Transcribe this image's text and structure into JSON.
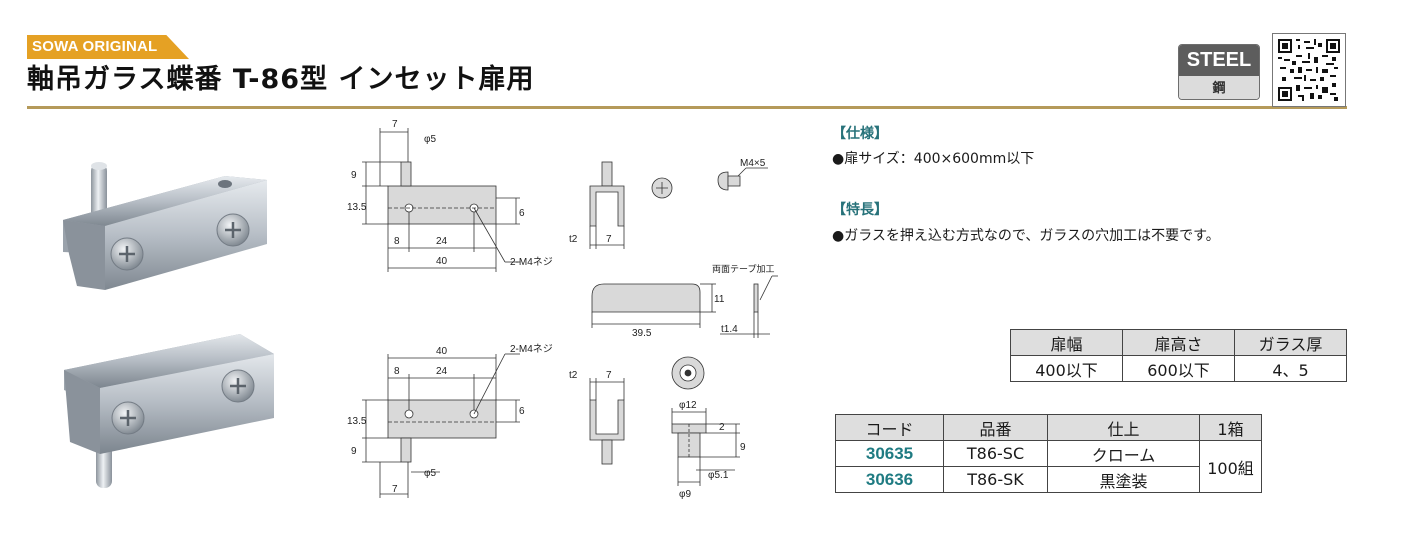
{
  "header": {
    "brand": "SOWA ORIGINAL",
    "title": "軸吊ガラス蝶番 T-86型 インセット扉用",
    "material_en": "STEEL",
    "material_ja": "鋼"
  },
  "drawing_labels": {
    "top_w7": "7",
    "top_phi5": "φ5",
    "top_h9": "9",
    "top_h135": "13.5",
    "top_6": "6",
    "top_8": "8",
    "top_24": "24",
    "top_40": "40",
    "top_screw": "2-M4ネジ",
    "side_t2": "t2",
    "side_7": "7",
    "screw_label": "M4×5",
    "tape_label": "両面テープ加工",
    "pad_11": "11",
    "pad_395": "39.5",
    "pad_t14": "t1.4",
    "bot_40": "40",
    "bot_screw": "2-M4ネジ",
    "bot_8": "8",
    "bot_24": "24",
    "bot_h135": "13.5",
    "bot_6": "6",
    "bot_h9": "9",
    "bot_phi5": "φ5",
    "bot_w7": "7",
    "bside_t2": "t2",
    "bside_7": "7",
    "bush_phi12": "φ12",
    "bush_2": "2",
    "bush_9": "9",
    "bush_phi51": "φ5.1",
    "bush_phi9": "φ9"
  },
  "specs": {
    "spec_head": "【仕様】",
    "spec_line": "●扉サイズ：400×600mm以下",
    "feature_head": "【特長】",
    "feature_line": "●ガラスを押え込む方式なので、ガラスの穴加工は不要です。"
  },
  "size_table": {
    "headers": [
      "扉幅",
      "扉高さ",
      "ガラス厚"
    ],
    "row": [
      "400以下",
      "600以下",
      "4、5"
    ]
  },
  "code_table": {
    "headers": [
      "コード",
      "品番",
      "仕上",
      "1箱"
    ],
    "rows": [
      {
        "code": "30635",
        "part": "T86-SC",
        "finish": "クローム"
      },
      {
        "code": "30636",
        "part": "T86-SK",
        "finish": "黒塗装"
      }
    ],
    "box": "100組"
  },
  "colors": {
    "brand_orange": "#e5a124",
    "rule_gold": "#b59a5a",
    "accent_teal": "#27727a"
  }
}
